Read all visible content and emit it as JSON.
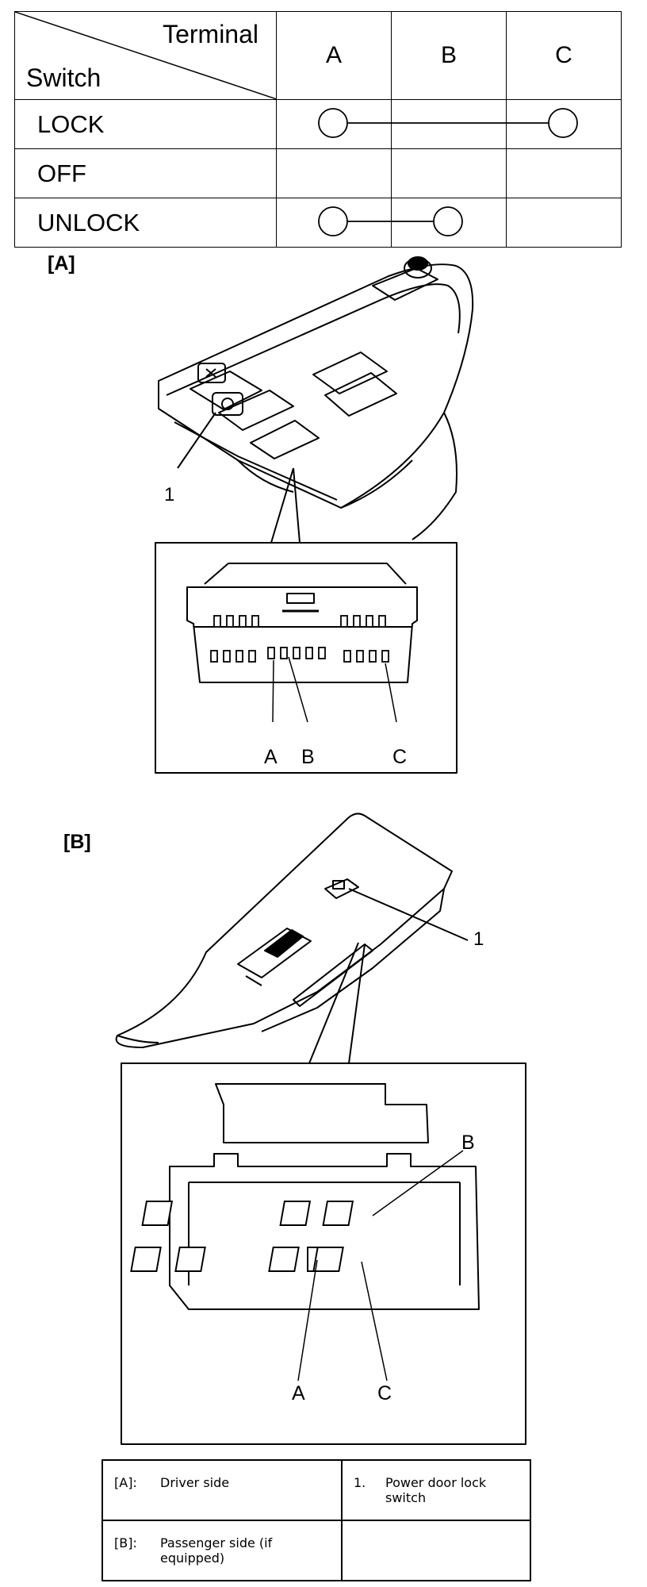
{
  "continuity_table": {
    "header_terminal": "Terminal",
    "header_switch": "Switch",
    "columns": [
      "A",
      "B",
      "C"
    ],
    "rows": [
      {
        "label": "LOCK",
        "connected": [
          "A",
          "C"
        ]
      },
      {
        "label": "OFF",
        "connected": []
      },
      {
        "label": "UNLOCK",
        "connected": [
          "A",
          "B"
        ]
      }
    ]
  },
  "figure_a": {
    "label": "[A]",
    "callout": "1",
    "pins": [
      "A",
      "B",
      "C"
    ]
  },
  "figure_b": {
    "label": "[B]",
    "callout": "1",
    "pins": [
      "A",
      "B",
      "C"
    ]
  },
  "legend": {
    "rows": [
      {
        "key": "[A]:",
        "text": "Driver side",
        "num": "1.",
        "num_text": "Power door lock switch"
      },
      {
        "key": "[B]:",
        "text": "Passenger side (if equipped)",
        "num": "",
        "num_text": ""
      }
    ]
  }
}
